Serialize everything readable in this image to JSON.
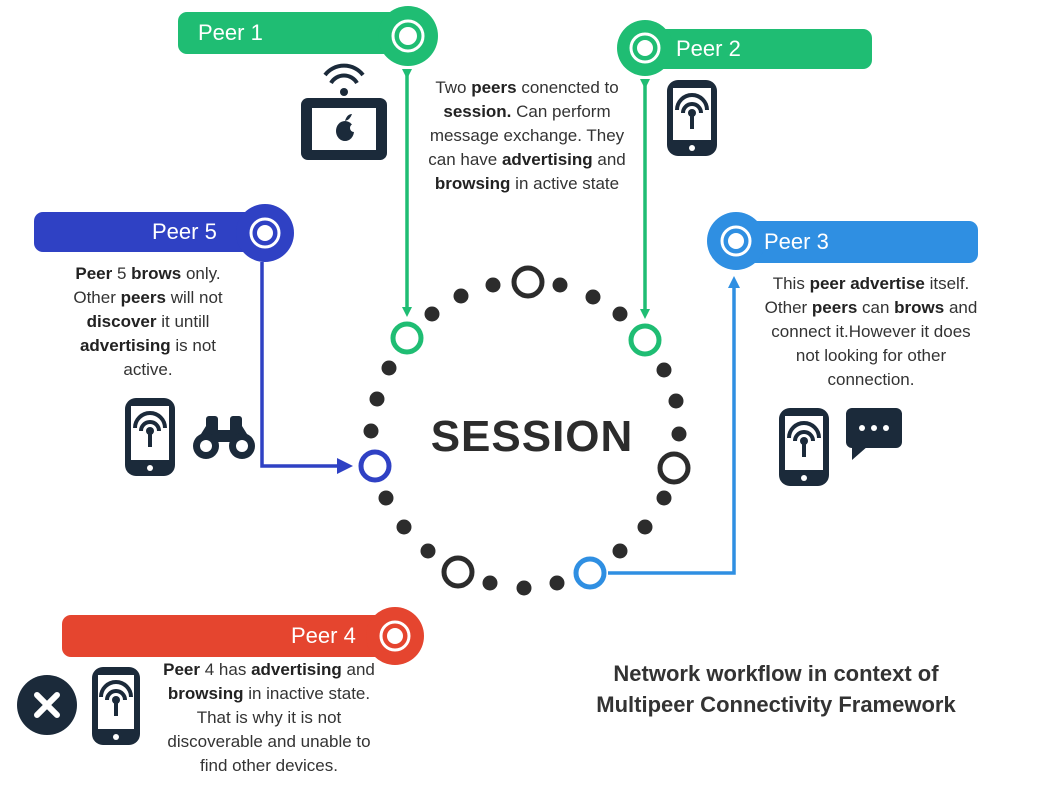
{
  "peers": {
    "p1": {
      "label": "Peer 1",
      "color": "#1fbd73"
    },
    "p2": {
      "label": "Peer 2",
      "color": "#1fbd73"
    },
    "p3": {
      "label": "Peer 3",
      "color": "#2f8fe2"
    },
    "p4": {
      "label": "Peer 4",
      "color": "#e5452f"
    },
    "p5": {
      "label": "Peer 5",
      "color": "#2f41c4"
    }
  },
  "notes": {
    "p12": [
      [
        [
          "Two ",
          0
        ],
        [
          "peers",
          1
        ],
        [
          " conencted to",
          0
        ]
      ],
      [
        [
          "session.",
          1
        ],
        [
          " Can perform",
          0
        ]
      ],
      [
        [
          "message exchange. They",
          0
        ]
      ],
      [
        [
          "can have ",
          0
        ],
        [
          "advertising",
          1
        ],
        [
          " and",
          0
        ]
      ],
      [
        [
          "browsing",
          1
        ],
        [
          " in active state",
          0
        ]
      ]
    ],
    "p5": [
      [
        [
          "Peer",
          1
        ],
        [
          " 5 ",
          0
        ],
        [
          "brows",
          1
        ],
        [
          " only.",
          0
        ]
      ],
      [
        [
          "Other ",
          0
        ],
        [
          "peers",
          1
        ],
        [
          " will not",
          0
        ]
      ],
      [
        [
          "discover",
          1
        ],
        [
          " it untill",
          0
        ]
      ],
      [
        [
          "advertising",
          1
        ],
        [
          " is not",
          0
        ]
      ],
      [
        [
          "active.",
          0
        ]
      ]
    ],
    "p3": [
      [
        [
          "This ",
          0
        ],
        [
          "peer advertise",
          1
        ],
        [
          " itself.",
          0
        ]
      ],
      [
        [
          "Other ",
          0
        ],
        [
          "peers",
          1
        ],
        [
          " can ",
          0
        ],
        [
          "brows",
          1
        ],
        [
          " and",
          0
        ]
      ],
      [
        [
          "connect it.However it does",
          0
        ]
      ],
      [
        [
          "not looking for other",
          0
        ]
      ],
      [
        [
          "connection.",
          0
        ]
      ]
    ],
    "p4": [
      [
        [
          "Peer",
          1
        ],
        [
          " 4 has ",
          0
        ],
        [
          "advertising",
          1
        ],
        [
          " and",
          0
        ]
      ],
      [
        [
          "browsing",
          1
        ],
        [
          " in inactive state.",
          0
        ]
      ],
      [
        [
          "That is why it is not",
          0
        ]
      ],
      [
        [
          "discoverable and unable to",
          0
        ]
      ],
      [
        [
          "find other devices.",
          0
        ]
      ]
    ]
  },
  "session_label": "SESSION",
  "caption": {
    "line1": "Network workflow in context of",
    "line2": "Multipeer Connectivity Framework"
  },
  "icons": [
    "tablet-apple-icon",
    "phone-wifi-icon",
    "binoculars-icon",
    "chat-bubble-icon",
    "close-icon"
  ],
  "colors": {
    "dark": "#1b2a3a",
    "dot": "#2c2c2c"
  }
}
